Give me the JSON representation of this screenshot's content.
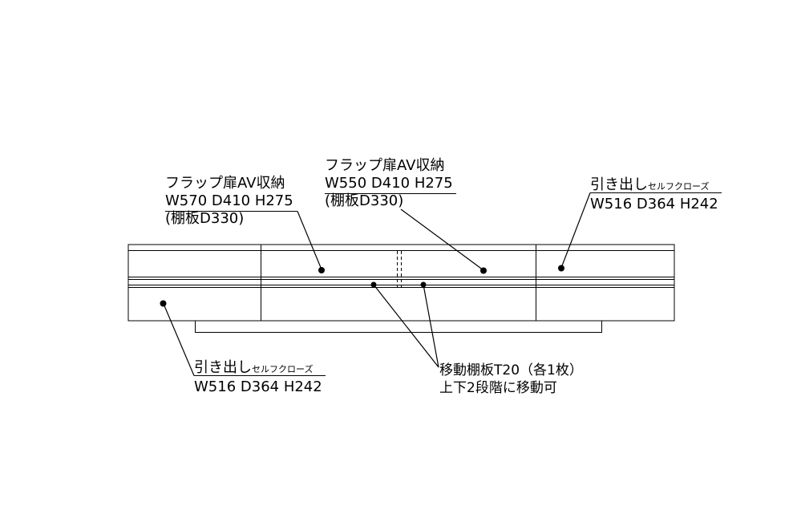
{
  "meta": {
    "background": "#ffffff",
    "ink": "#000000",
    "drawing_type": "furniture-front-elevation"
  },
  "callouts": {
    "flap_door_left": {
      "title": "フラップ扉AV収納",
      "dims": "W570 D410 H275",
      "note": "(棚板D330)"
    },
    "flap_door_right": {
      "title": "フラップ扉AV収納",
      "dims": "W550 D410 H275",
      "note": "(棚板D330)"
    },
    "drawer_top_right": {
      "title": "引き出し",
      "title_suffix": "セルフクローズ",
      "dims": "W516 D364 H242"
    },
    "drawer_bottom_left": {
      "title": "引き出し",
      "title_suffix": "セルフクローズ",
      "dims": "W516 D364 H242"
    },
    "movable_shelf": {
      "line1": "移動棚板T20（各1枚）",
      "line2": "上下2段階に移動可"
    }
  }
}
